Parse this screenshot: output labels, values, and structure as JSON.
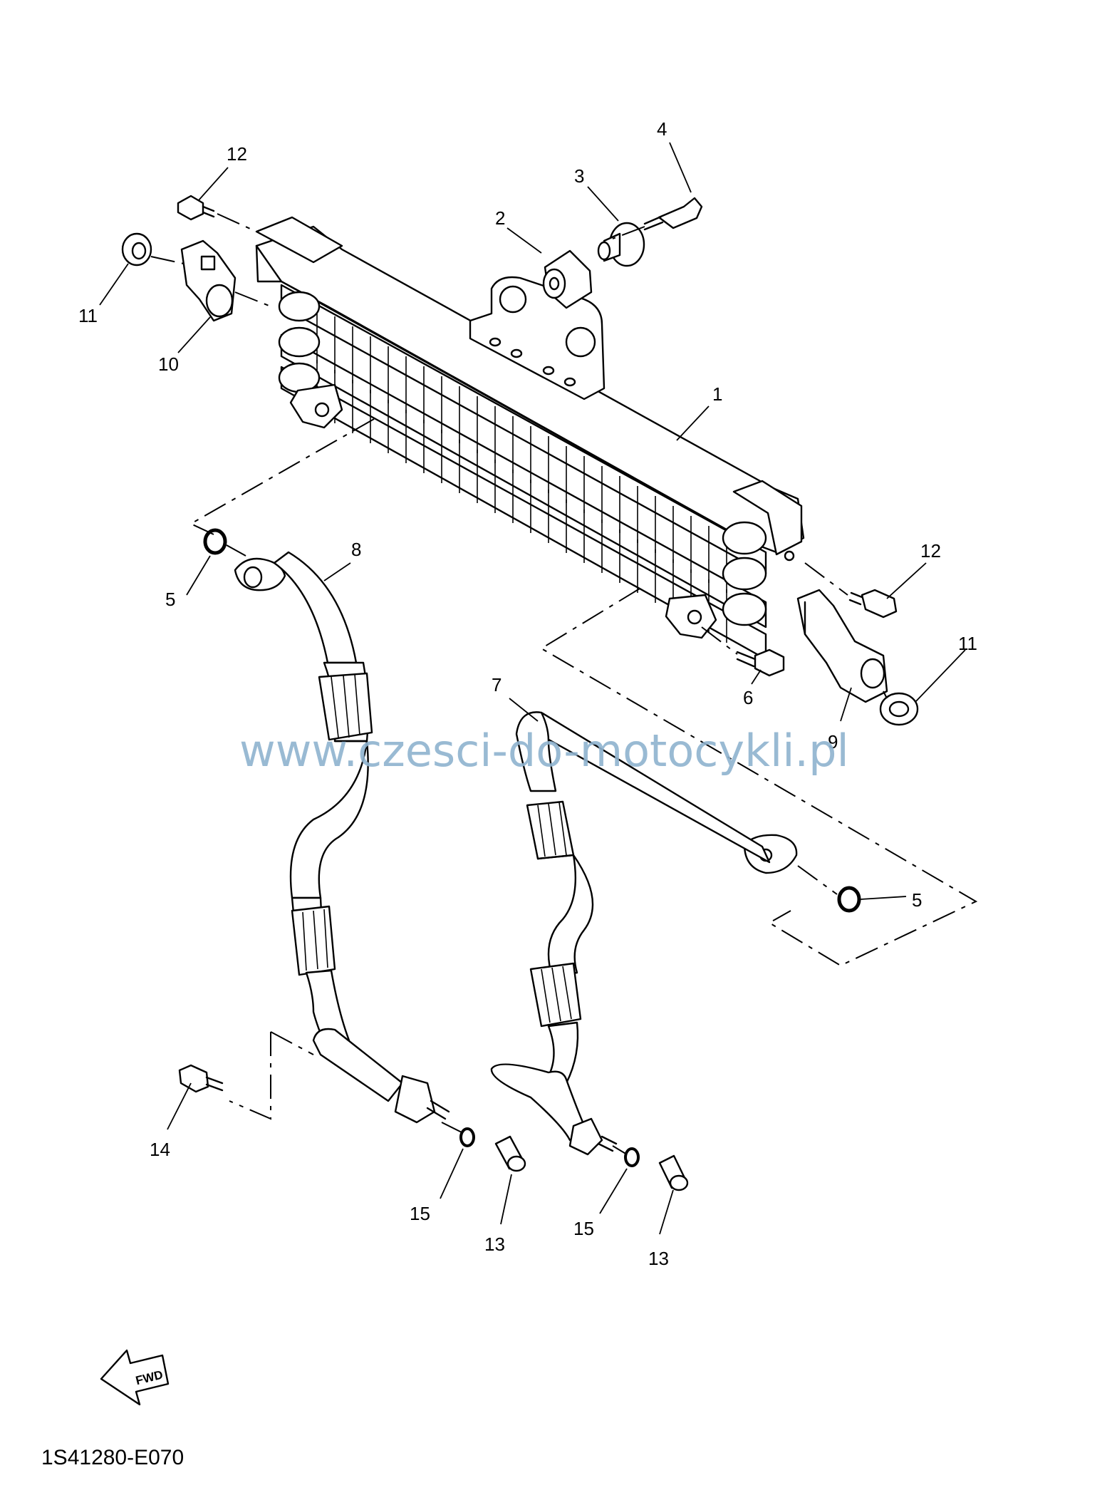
{
  "watermark": "www.czesci-do-motocykli.pl",
  "diagram_code": "1S41280-E070",
  "fwd_label": "FWD",
  "callouts": [
    {
      "id": "c1",
      "text": "1"
    },
    {
      "id": "c2",
      "text": "2"
    },
    {
      "id": "c3",
      "text": "3"
    },
    {
      "id": "c4",
      "text": "4"
    },
    {
      "id": "c5a",
      "text": "5"
    },
    {
      "id": "c5b",
      "text": "5"
    },
    {
      "id": "c6",
      "text": "6"
    },
    {
      "id": "c7",
      "text": "7"
    },
    {
      "id": "c8",
      "text": "8"
    },
    {
      "id": "c9",
      "text": "9"
    },
    {
      "id": "c10",
      "text": "10"
    },
    {
      "id": "c11a",
      "text": "11"
    },
    {
      "id": "c11b",
      "text": "11"
    },
    {
      "id": "c12a",
      "text": "12"
    },
    {
      "id": "c12b",
      "text": "12"
    },
    {
      "id": "c13a",
      "text": "13"
    },
    {
      "id": "c13b",
      "text": "13"
    },
    {
      "id": "c14",
      "text": "14"
    },
    {
      "id": "c15a",
      "text": "15"
    },
    {
      "id": "c15b",
      "text": "15"
    }
  ]
}
